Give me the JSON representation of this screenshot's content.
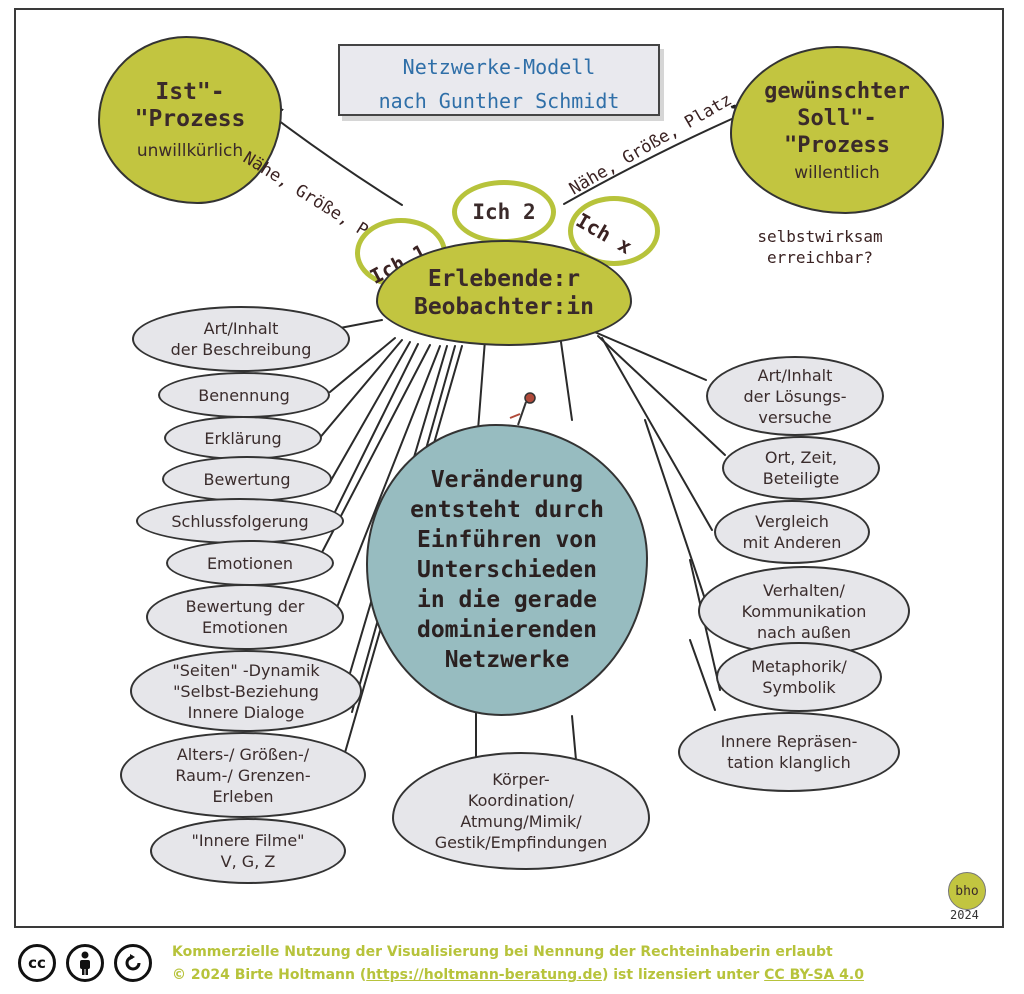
{
  "title": {
    "line1": "Netzwerke-Modell",
    "line2": "nach Gunther Schmidt"
  },
  "ist": {
    "line1": "Ist\"-",
    "line2": "\"Prozess",
    "line3": "unwillkürlich"
  },
  "soll": {
    "line1": "gewünschter",
    "line2": "Soll\"-",
    "line3": "\"Prozess",
    "line4": "willentlich"
  },
  "arrow_label_left": "Nähe, Größe, Platz",
  "arrow_label_right": "Nähe, Größe, Platz",
  "selbst": {
    "line1": "selbstwirksam",
    "line2": "erreichbar?"
  },
  "ich": {
    "ich1": "Ich 1",
    "ich2": "Ich 2",
    "ichx": "Ich x"
  },
  "center": {
    "line1": "Erlebende:r",
    "line2": "Beobachter:in"
  },
  "core": {
    "lines": [
      "Veränderung",
      "entsteht durch",
      "Einführen von",
      "Unterschieden",
      "in die gerade",
      "dominierenden",
      "Netzwerke"
    ]
  },
  "left_items": [
    [
      "Art/Inhalt",
      "der Beschreibung"
    ],
    [
      "Benennung"
    ],
    [
      "Erklärung"
    ],
    [
      "Bewertung"
    ],
    [
      "Schlussfolgerung"
    ],
    [
      "Emotionen"
    ],
    [
      "Bewertung der",
      "Emotionen"
    ],
    [
      "\"Seiten\" -Dynamik",
      "\"Selbst-Beziehung",
      "Innere Dialoge"
    ],
    [
      "Alters-/ Größen-/",
      "Raum-/ Grenzen-",
      "Erleben"
    ],
    [
      "\"Innere Filme\"",
      "V, G, Z"
    ]
  ],
  "right_items": [
    [
      "Art/Inhalt",
      "der Lösungs-",
      "versuche"
    ],
    [
      "Ort, Zeit,",
      "Beteiligte"
    ],
    [
      "Vergleich",
      "mit Anderen"
    ],
    [
      "Verhalten/",
      "Kommunikation",
      "nach außen"
    ],
    [
      "Metaphorik/",
      "Symbolik"
    ],
    [
      "Innere Repräsen-",
      "tation klanglich"
    ]
  ],
  "bottom_item": [
    "Körper-",
    "Koordination/",
    "Atmung/Mimik/",
    "Gestik/Empfindungen"
  ],
  "signature": {
    "mark": "bho",
    "year": "2024"
  },
  "footer": {
    "cc_icons": [
      "cc-icon",
      "attribution-icon",
      "share-alike-icon"
    ],
    "line1": "Kommerzielle Nutzung der Visualisierung bei Nennung der Rechteinhaberin erlaubt",
    "line2_prefix": "© 2024 Birte Holtmann (",
    "line2_link": "https://holtmann-beratung.de",
    "line2_mid": ") ist lizensiert unter ",
    "line2_license": "CC BY-SA 4.0"
  },
  "colors": {
    "green": "#c2c540",
    "teal": "#97bcc0",
    "grey": "#e6e6ea",
    "title_blue": "#2f6fa8",
    "license_green": "#b7c33b"
  }
}
